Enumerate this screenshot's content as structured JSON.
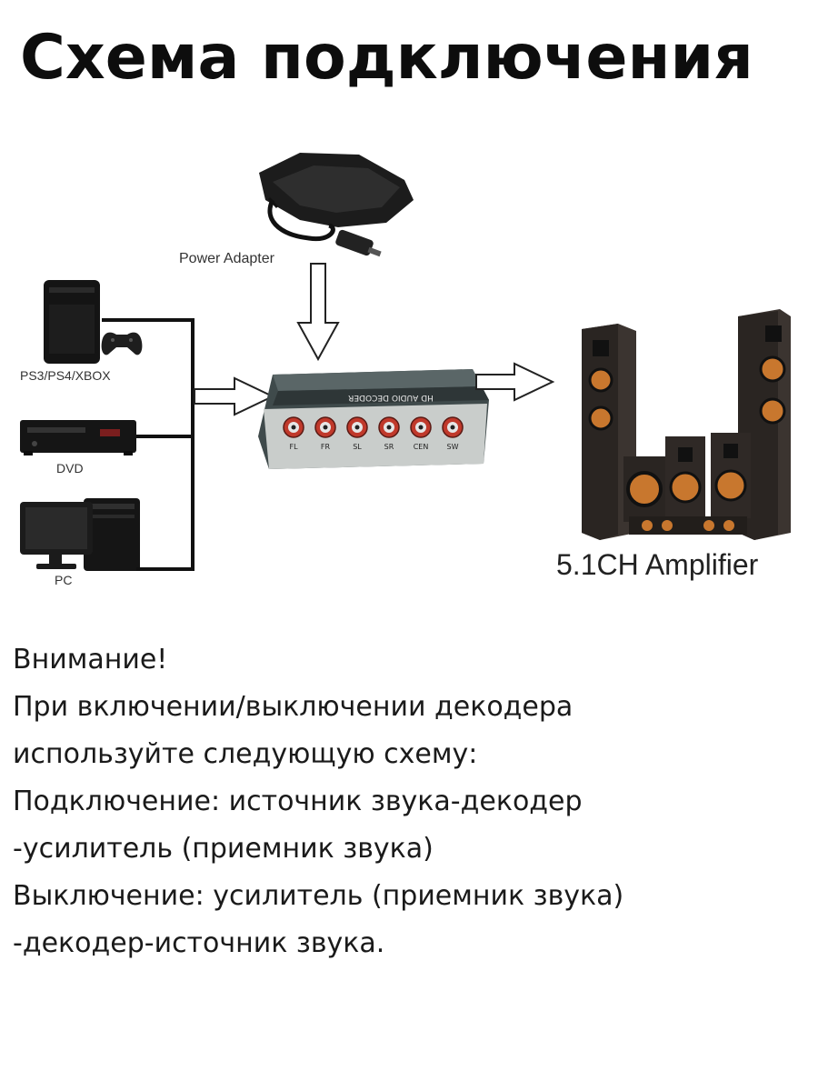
{
  "title": "Схема подключения",
  "diagram": {
    "power_adapter_label": "Power Adapter",
    "sources": [
      {
        "label": "PS3/PS4/XBOX"
      },
      {
        "label": "DVD"
      },
      {
        "label": "PC"
      }
    ],
    "decoder": {
      "ports": [
        "FL",
        "FR",
        "SL",
        "SR",
        "CEN",
        "SW"
      ],
      "port_color": "#c0392b"
    },
    "amplifier_label": "5.1CH Amplifier",
    "speaker_accent": "#c8772e"
  },
  "notice": {
    "lines": [
      "Внимание!",
      "При включении/выключении декодера",
      "используйте следующую схему:",
      "Подключение: источник звука-декодер",
      "-усилитель (приемник звука)",
      "Выключение: усилитель (приемник звука)",
      "-декодер-источник звука."
    ]
  }
}
